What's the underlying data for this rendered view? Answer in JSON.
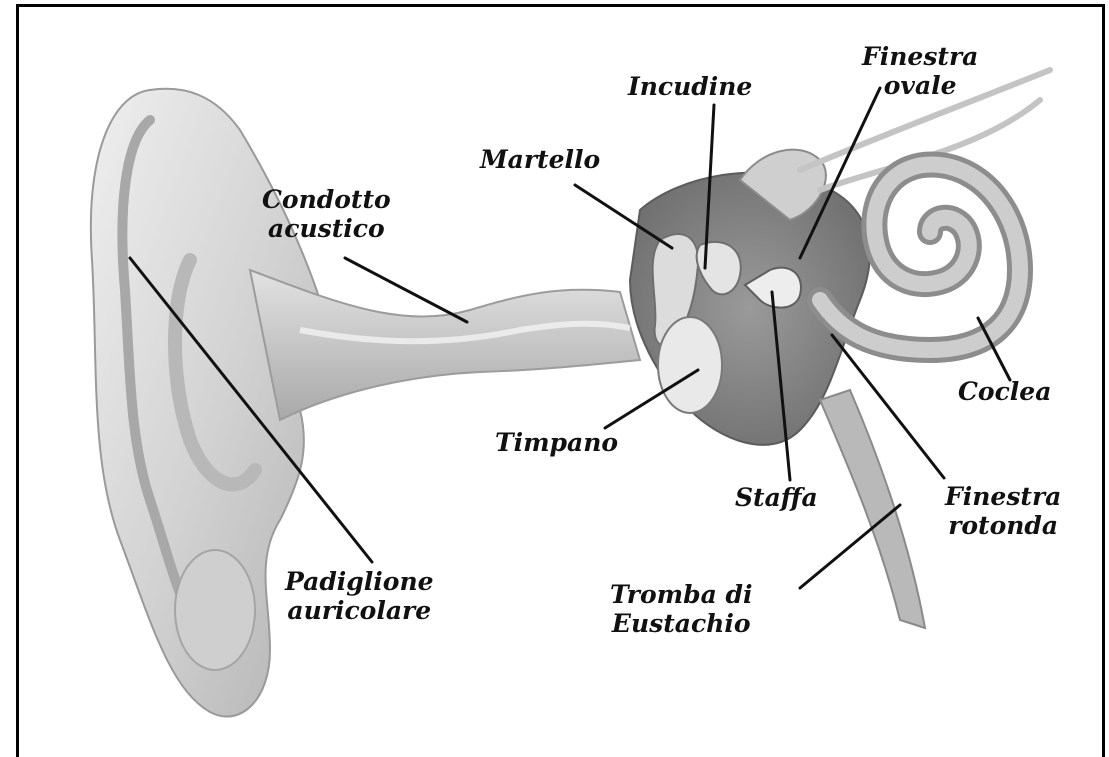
{
  "diagram": {
    "colors": {
      "ink": "#111111",
      "tissue_light": "#ececec",
      "tissue_mid": "#c9c9c9",
      "tissue_dark": "#8e8e8e"
    },
    "labels": {
      "incudine": [
        "Incudine"
      ],
      "finestra_ovale": [
        "Finestra",
        "ovale"
      ],
      "martello": [
        "Martello"
      ],
      "condotto_acustico": [
        "Condotto",
        "acustico"
      ],
      "timpano": [
        "Timpano"
      ],
      "staffa": [
        "Staffa"
      ],
      "coclea": [
        "Coclea"
      ],
      "finestra_rotonda": [
        "Finestra",
        "rotonda"
      ],
      "padiglione_auricolare": [
        "Padiglione",
        "auricolare"
      ],
      "tromba_di_eustachio": [
        "Tromba di",
        "Eustachio"
      ]
    }
  }
}
